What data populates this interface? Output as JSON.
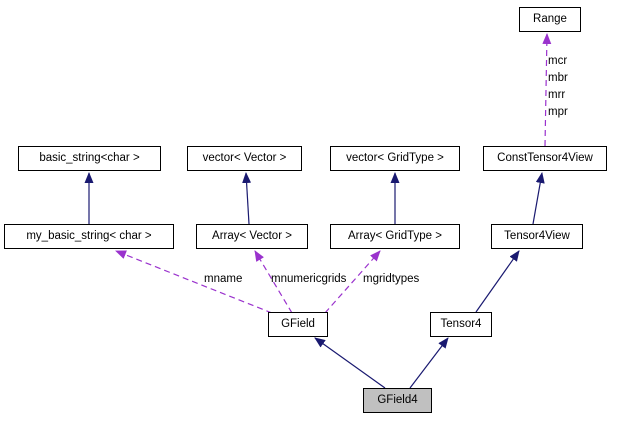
{
  "diagram": {
    "kind": "collaboration-graph",
    "focus_node": "GField4"
  },
  "colors": {
    "inheritance_edge": "#191970",
    "usage_edge": "#9a32cd",
    "node_border": "#000000",
    "node_fill": "#ffffff",
    "focus_node_fill": "#c0c0c0",
    "background": "#ffffff",
    "text": "#000000"
  },
  "nodes": {
    "range": {
      "label": "Range"
    },
    "basic_string": {
      "label": "basic_string<char >"
    },
    "vector_vector": {
      "label": "vector< Vector >"
    },
    "vector_gridtype": {
      "label": "vector< GridType >"
    },
    "const_tensor4view": {
      "label": "ConstTensor4View"
    },
    "my_basic_string": {
      "label": "my_basic_string< char >"
    },
    "array_vector": {
      "label": "Array< Vector >"
    },
    "array_gridtype": {
      "label": "Array< GridType >"
    },
    "tensor4view": {
      "label": "Tensor4View"
    },
    "gfield": {
      "label": "GField"
    },
    "tensor4": {
      "label": "Tensor4"
    },
    "gfield4": {
      "label": "GField4"
    }
  },
  "edge_labels": {
    "mname": "mname",
    "mnumericgrids": "mnumericgrids",
    "mgridtypes": "mgridtypes",
    "mcr": "mcr",
    "mbr": "mbr",
    "mrr": "mrr",
    "mpr": "mpr"
  },
  "edges": [
    {
      "from": "my_basic_string",
      "to": "basic_string",
      "type": "inheritance"
    },
    {
      "from": "array_vector",
      "to": "vector_vector",
      "type": "inheritance"
    },
    {
      "from": "array_gridtype",
      "to": "vector_gridtype",
      "type": "inheritance"
    },
    {
      "from": "tensor4view",
      "to": "const_tensor4view",
      "type": "inheritance"
    },
    {
      "from": "tensor4",
      "to": "tensor4view",
      "type": "inheritance"
    },
    {
      "from": "gfield4",
      "to": "gfield",
      "type": "inheritance"
    },
    {
      "from": "gfield4",
      "to": "tensor4",
      "type": "inheritance"
    },
    {
      "from": "gfield",
      "to": "my_basic_string",
      "type": "usage",
      "label": "mname"
    },
    {
      "from": "gfield",
      "to": "array_vector",
      "type": "usage",
      "label": "mnumericgrids"
    },
    {
      "from": "gfield",
      "to": "array_gridtype",
      "type": "usage",
      "label": "mgridtypes"
    },
    {
      "from": "const_tensor4view",
      "to": "range",
      "type": "usage",
      "label": "mcr mbr mrr mpr"
    }
  ]
}
